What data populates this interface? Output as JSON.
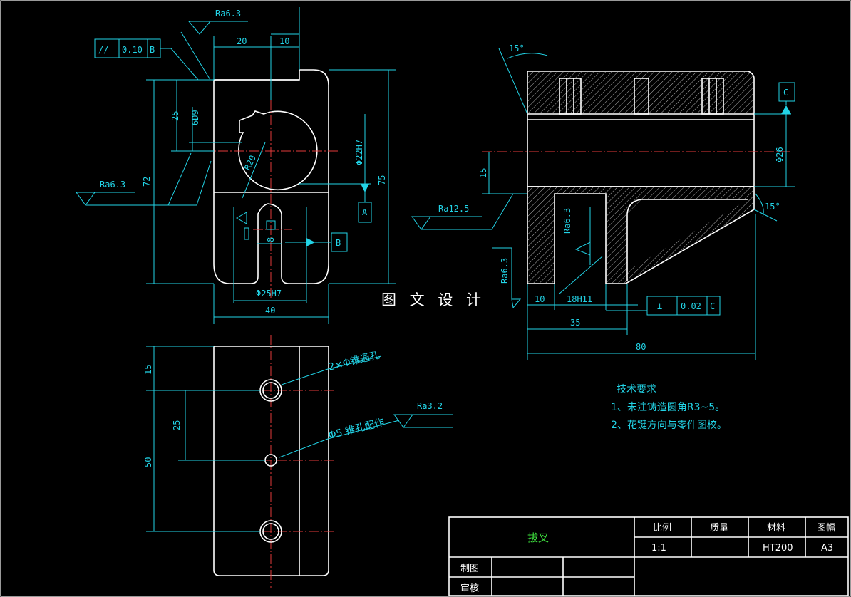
{
  "drawing": {
    "watermark": "图 文 设 计",
    "front_view": {
      "roughness_top": "Ra6.3",
      "roughness_left": "Ra6.3",
      "parallelism_frame": {
        "symbol": "//",
        "tolerance": "0.10",
        "datum": "B"
      },
      "dims": {
        "top_20": "20",
        "top_10": "10",
        "height_25": "25",
        "keyway_6d9": "6D9",
        "height_72": "72",
        "height_75": "75",
        "bore_22h7": "Φ22H7",
        "radius_r20": "R20",
        "slot_8": "8",
        "bore_25h7": "Φ25H7",
        "width_40": "40"
      },
      "datum_a": "A",
      "datum_b": "B"
    },
    "side_view": {
      "angle_top": "15°",
      "angle_right": "15°",
      "datum_c": "C",
      "dims": {
        "dia_26": "Φ26",
        "height_15": "15",
        "width_10": "10",
        "slot_18h11": "18H11",
        "length_35": "35",
        "length_80": "80"
      },
      "roughness_left": "Ra12.5",
      "roughness_inner": "Ra6.3",
      "roughness_slot": "Ra6.3",
      "perp_frame": {
        "symbol": "⊥",
        "tolerance": "0.02",
        "datum": "C"
      }
    },
    "top_view": {
      "dims": {
        "v_15": "15",
        "v_25": "25",
        "v_50": "50"
      },
      "hole_note_1": "2×Φ锥通孔",
      "hole_note_2": "Φ5 锥孔配作",
      "roughness": "Ra3.2"
    },
    "tech_requirements": {
      "title": "技术要求",
      "items": [
        "1、未注铸造圆角R3~5。",
        "2、花键方向与零件图校。"
      ]
    },
    "title_block": {
      "part_name": "拔叉",
      "headers": [
        "比例",
        "质量",
        "材料",
        "图幅"
      ],
      "values": [
        "1:1",
        "",
        "HT200",
        "A3"
      ],
      "drawn_label": "制图",
      "checked_label": "审核"
    }
  },
  "colors": {
    "outline": "#ffffff",
    "dimension": "#22d3e6",
    "centerline": "#e23a3a",
    "title_green": "#3ee03e",
    "background": "#000000"
  }
}
